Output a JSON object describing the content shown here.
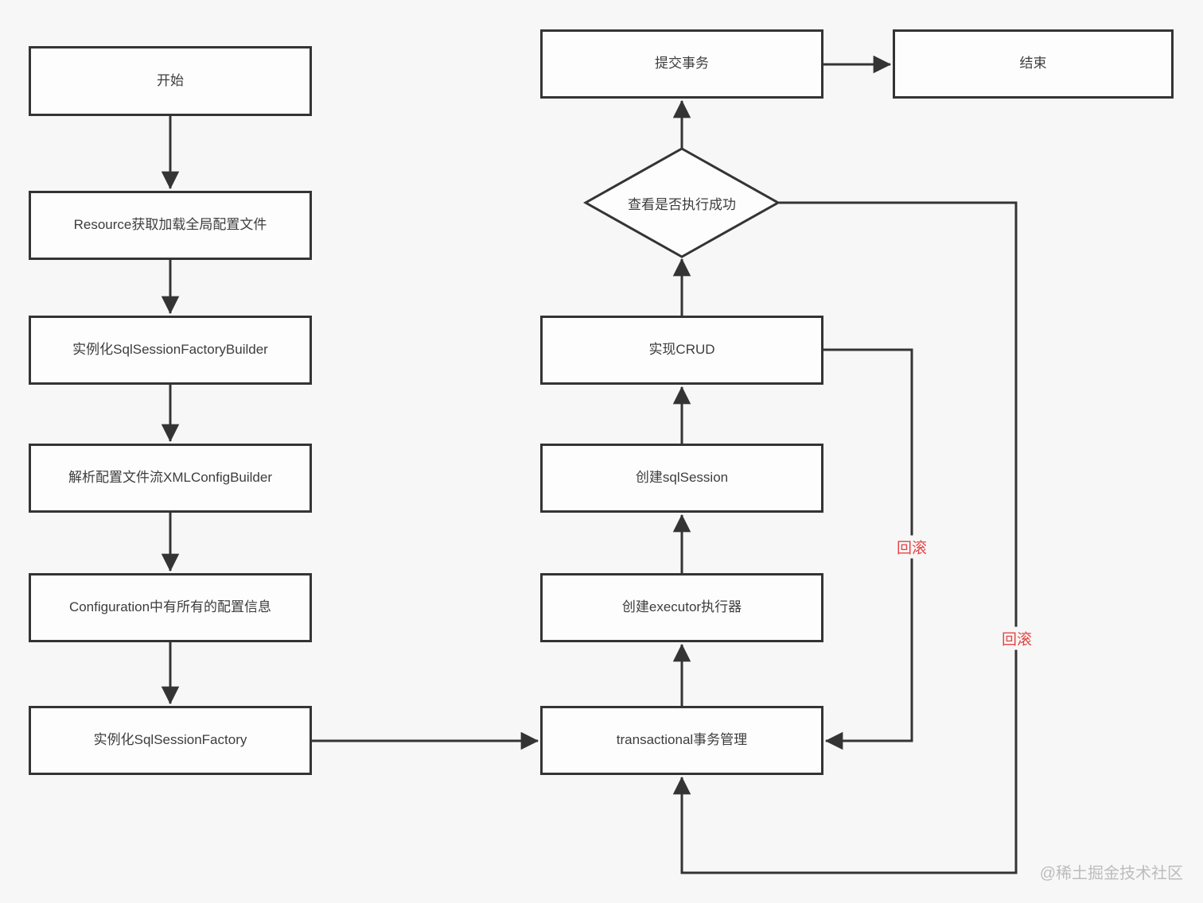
{
  "nodes": {
    "start": {
      "label": "开始"
    },
    "resource": {
      "label": "Resource获取加载全局配置文件"
    },
    "builder": {
      "label": "实例化SqlSessionFactoryBuilder"
    },
    "xml_config": {
      "label": "解析配置文件流XMLConfigBuilder"
    },
    "configuration": {
      "label": "Configuration中有所有的配置信息"
    },
    "factory": {
      "label": "实例化SqlSessionFactory"
    },
    "transactional": {
      "label": "transactional事务管理"
    },
    "executor": {
      "label": "创建executor执行器"
    },
    "sql_session": {
      "label": "创建sqlSession"
    },
    "crud": {
      "label": "实现CRUD"
    },
    "check": {
      "label": "查看是否执行成功"
    },
    "commit": {
      "label": "提交事务"
    },
    "end": {
      "label": "结束"
    }
  },
  "edges": {
    "rollback_from_crud": {
      "label": "回滚"
    },
    "rollback_from_check": {
      "label": "回滚"
    }
  },
  "watermark": {
    "text": "@稀土掘金技术社区"
  },
  "colors": {
    "background": "#f7f7f7",
    "node_fill": "#fdfdfd",
    "stroke": "#343434",
    "text": "#3d3d3d",
    "rollback_red": "#e64545",
    "watermark_gray": "#bcbcbc"
  }
}
